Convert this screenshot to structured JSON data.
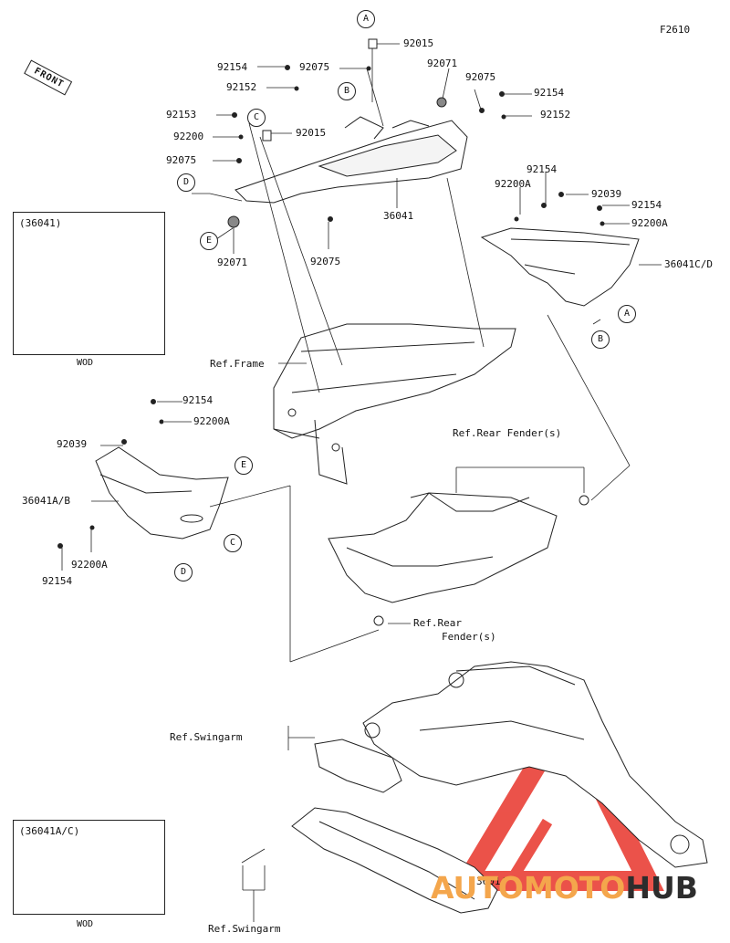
{
  "figure_code": "F2610",
  "front_label": "FRONT",
  "insets": [
    {
      "title": "(36041)",
      "footer": "WOD"
    },
    {
      "title": "(36041A/C)",
      "footer": "WOD"
    }
  ],
  "parts": {
    "p92015_top": "92015",
    "p92154_a": "92154",
    "p92075_a": "92075",
    "p92071_top": "92071",
    "p92152_a": "92152",
    "p92075_b": "92075",
    "p92154_b": "92154",
    "p92152_b": "92152",
    "p92153": "92153",
    "p92200": "92200",
    "p92015_c": "92015",
    "p92075_c": "92075",
    "p36041": "36041",
    "p92154_c": "92154",
    "p92200A_a": "92200A",
    "p92039_a": "92039",
    "p92154_d": "92154",
    "p92200A_b": "92200A",
    "p36041CD": "36041C/D",
    "p92071_e": "92071",
    "p92075_d": "92075",
    "p92154_e": "92154",
    "p92200A_c": "92200A",
    "p92039_b": "92039",
    "p36041AB": "36041A/B",
    "p92200A_d": "92200A",
    "p92154_f": "92154",
    "p36014": "36014"
  },
  "refs": {
    "frame": "Ref.Frame",
    "rear_fender_s": "Ref.Rear Fender(s)",
    "rear_fender_line1": "Ref.Rear",
    "rear_fender_line2": "Fender(s)",
    "swingarm_1": "Ref.Swingarm",
    "swingarm_2": "Ref.Swingarm"
  },
  "callouts": {
    "A": "A",
    "B": "B",
    "C": "C",
    "D": "D",
    "E": "E"
  },
  "watermark": {
    "part1": "AUTOMOTO",
    "part2": "HUB"
  },
  "colors": {
    "line": "#222222",
    "watermark_red": "#e8342a",
    "watermark_orange": "#f4a64c",
    "watermark_dark": "#2d2d2d"
  }
}
